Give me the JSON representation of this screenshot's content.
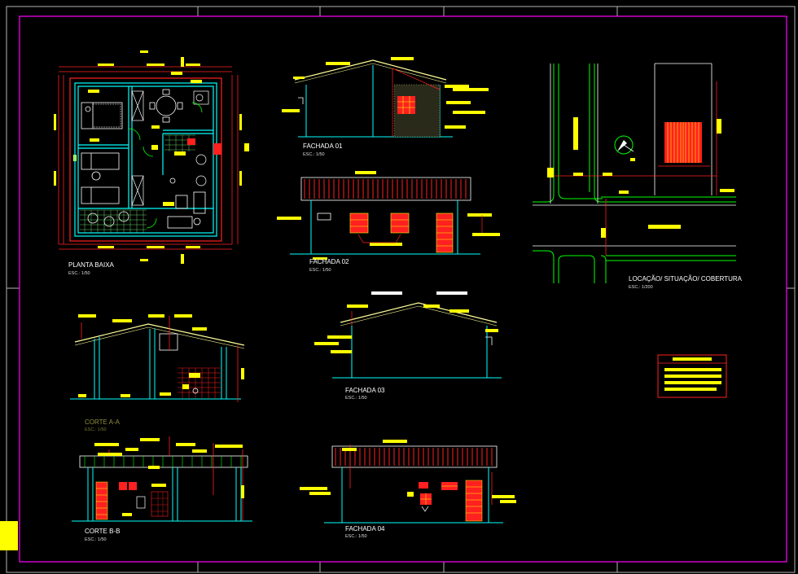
{
  "colors": {
    "background": "#000000",
    "frame": "#ff00ff",
    "sheet_border": "#b4b4b4",
    "wall": "#00ffff",
    "dim": "#ff2020",
    "roof": "#ffff99",
    "text_box": "#ffff00",
    "green": "#00ff00",
    "white": "#ffffff"
  },
  "drawings": {
    "planta": {
      "title": "PLANTA BAIXA",
      "scale": "ESC.: 1/50"
    },
    "fachada01": {
      "title": "FACHADA 01",
      "scale": "ESC.: 1/50"
    },
    "fachada02": {
      "title": "FACHADA 02",
      "scale": "ESC.: 1/50"
    },
    "fachada03": {
      "title": "FACHADA 03",
      "scale": "ESC.: 1/50"
    },
    "fachada04": {
      "title": "FACHADA 04",
      "scale": "ESC.: 1/50"
    },
    "corte_aa": {
      "title": "CORTE A-A",
      "scale": "ESC.: 1/50"
    },
    "corte_bb": {
      "title": "CORTE B-B",
      "scale": "ESC.: 1/50"
    },
    "locacao": {
      "title": "LOCAÇÃO/ SITUAÇÃO/ COBERTURA",
      "scale": "ESC.: 1/200"
    }
  },
  "icons": [
    "north-arrow-icon",
    "bed-icon",
    "table-icon",
    "sofa-icon",
    "toilet-icon"
  ]
}
